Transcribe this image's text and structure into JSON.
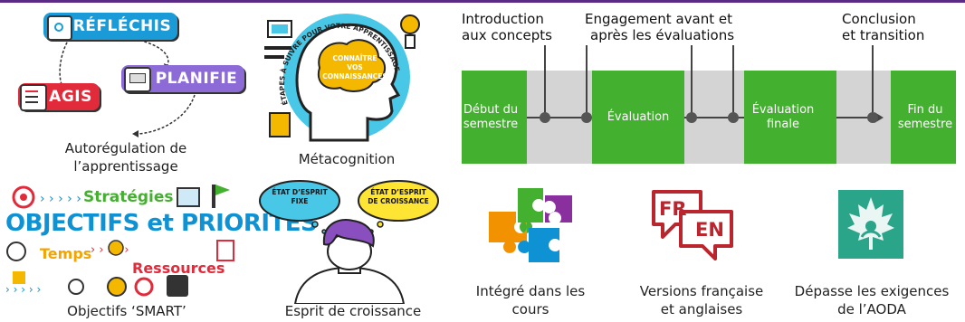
{
  "cycle": {
    "reflechis": "RÉFLÉCHIS",
    "planifie": "PLANIFIE",
    "agis": "AGIS",
    "caption_line1": "Autorégulation de",
    "caption_line2": "l’apprentissage"
  },
  "metacognition": {
    "caption": "Métacognition",
    "arc_text": "ÉTAPES À SUIVRE POUR VOTRE APPRENTISSAGE",
    "center_line1": "CONNAÎTRE",
    "center_line2": "VOS",
    "center_line3": "CONNAISSANCES"
  },
  "smart": {
    "strategies": "Stratégies",
    "title": "OBJECTIFS et PRIORITÉS",
    "temps": "Temps",
    "ressources": "Ressources",
    "caption": "Objectifs ‘SMART’"
  },
  "mindset": {
    "bubble_fixed_line1": "ÉTAT D’ESPRIT",
    "bubble_fixed_line2": "FIXE",
    "bubble_growth_line1": "ÉTAT D’ESPRIT",
    "bubble_growth_line2": "DE CROISSANCE",
    "caption": "Esprit de croissance"
  },
  "timeline": {
    "label_intro_line1": "Introduction",
    "label_intro_line2": "aux concepts",
    "label_engagement_line1": "Engagement avant et",
    "label_engagement_line2": "après les évaluations",
    "label_conclusion_line1": "Conclusion",
    "label_conclusion_line2": "et transition",
    "seg_start_line1": "Début du",
    "seg_start_line2": "semestre",
    "seg_eval": "Évaluation",
    "seg_final_line1": "Évaluation",
    "seg_final_line2": "finale",
    "seg_end_line1": "Fin du",
    "seg_end_line2": "semestre"
  },
  "features": {
    "integrated_line1": "Intégré dans les",
    "integrated_line2": "cours",
    "versions_line1": "Versions française",
    "versions_line2": "et anglaises",
    "fr": "FR",
    "en": "EN",
    "aoda_line1": "Dépasse les exigences",
    "aoda_line2": "de l’AODA"
  },
  "colors": {
    "accent_purple": "#5b2a86",
    "green": "#44b02f",
    "grey": "#d4d4d4",
    "reflechis": "#1a9ad6",
    "planifie": "#8c6bd6",
    "agis": "#e12b3a",
    "teal": "#2aa58a",
    "red": "#b9262d"
  }
}
